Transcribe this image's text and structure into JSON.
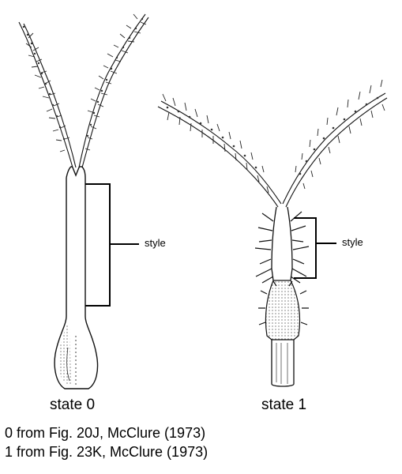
{
  "figure": {
    "left_specimen": {
      "style_label": "style",
      "state_label": "state 0"
    },
    "right_specimen": {
      "style_label": "style",
      "state_label": "state 1"
    },
    "captions": [
      "0 from Fig. 20J, McClure (1973)",
      "1 from Fig. 23K, McClure (1973)"
    ]
  }
}
